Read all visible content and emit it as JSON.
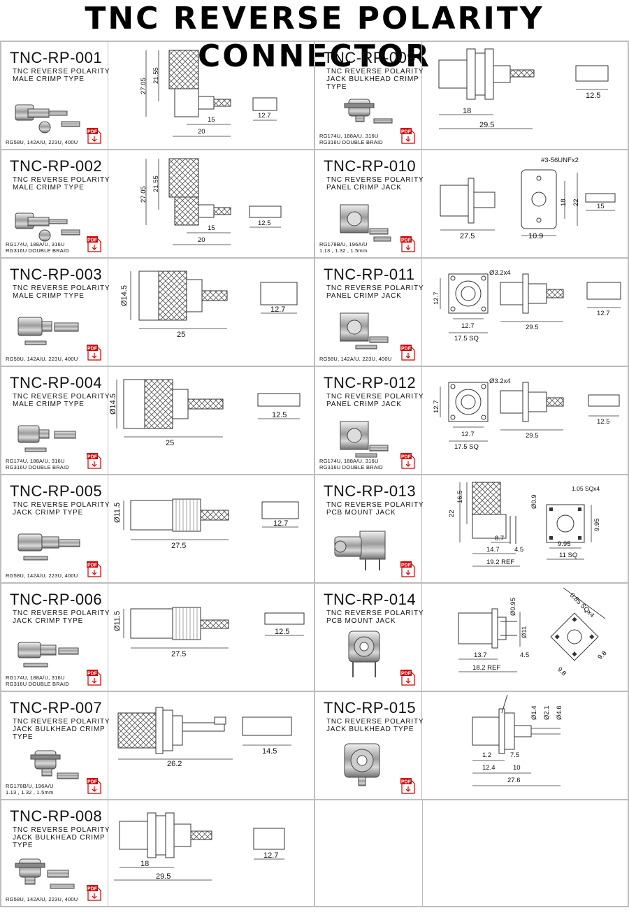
{
  "title": "TNC REVERSE POLARITY CONNECTOR",
  "pdf_label": "PDF",
  "items": [
    {
      "code": "TNC-RP-001",
      "desc": [
        "TNC REVERSE POLARITY",
        "MALE CRIMP TYPE"
      ],
      "cables": [
        "RG58U, 142A/U, 223U, 400U"
      ],
      "dims": [
        "27.05",
        "21.55",
        "15",
        "20",
        "12.7"
      ]
    },
    {
      "code": "TNC-RP-002",
      "desc": [
        "TNC REVERSE POLARITY",
        "MALE CRIMP TYPE"
      ],
      "cables": [
        "RG174U, 188A/U, 316U",
        "RG316U DOUBLE BRAID"
      ],
      "dims": [
        "27.05",
        "21.55",
        "15",
        "20",
        "12.5"
      ]
    },
    {
      "code": "TNC-RP-003",
      "desc": [
        "TNC REVERSE POLARITY",
        "MALE CRIMP TYPE"
      ],
      "cables": [
        "RG58U, 142A/U, 223U, 400U"
      ],
      "dims": [
        "Ø14.5",
        "25",
        "12.7"
      ]
    },
    {
      "code": "TNC-RP-004",
      "desc": [
        "TNC REVERSE POLARITY",
        "MALE CRIMP TYPE"
      ],
      "cables": [
        "RG174U, 188A/U, 316U",
        "RG316U DOUBLE BRAID"
      ],
      "dims": [
        "Ø14.5",
        "25",
        "12.5"
      ]
    },
    {
      "code": "TNC-RP-005",
      "desc": [
        "TNC REVERSE POLARITY",
        "JACK CRIMP TYPE"
      ],
      "cables": [
        "RG58U, 142A/U, 223U, 400U"
      ],
      "dims": [
        "Ø11.5",
        "27.5",
        "12.7"
      ]
    },
    {
      "code": "TNC-RP-006",
      "desc": [
        "TNC REVERSE POLARITY",
        "JACK CRIMP TYPE"
      ],
      "cables": [
        "RG174U, 188A/U, 316U",
        "RG316U DOUBLE BRAID"
      ],
      "dims": [
        "Ø11.5",
        "27.5",
        "12.5"
      ]
    },
    {
      "code": "TNC-RP-007",
      "desc": [
        "TNC REVERSE POLARITY",
        "JACK BULKHEAD CRIMP",
        "TYPE"
      ],
      "cables": [
        "RG178B/U, 196A/U",
        "1.13 , 1.32 , 1.5mm"
      ],
      "dims": [
        "26.2",
        "14.5"
      ]
    },
    {
      "code": "TNC-RP-008",
      "desc": [
        "TNC REVERSE POLARITY",
        "JACK BULKHEAD CRIMP",
        "TYPE"
      ],
      "cables": [
        "RG58U, 142A/U, 223U, 400U"
      ],
      "dims": [
        "18",
        "29.5",
        "12.7"
      ]
    },
    {
      "code": "TNC-RP-009",
      "desc": [
        "TNC REVERSE POLARITY",
        "JACK BULKHEAD CRIMP",
        "TYPE"
      ],
      "cables": [
        "RG174U, 188A/U, 316U",
        "RG316U DOUBLE BRAID"
      ],
      "dims": [
        "18",
        "29.5",
        "12.5"
      ]
    },
    {
      "code": "TNC-RP-010",
      "desc": [
        "TNC REVERSE POLARITY",
        "PANEL CRIMP JACK"
      ],
      "cables": [
        "RG178B/U, 196A/U",
        "1.13 , 1.32 , 1.5mm"
      ],
      "dims": [
        "#3-56UNFx2",
        "27.5",
        "10.9",
        "18",
        "22",
        "15"
      ]
    },
    {
      "code": "TNC-RP-011",
      "desc": [
        "TNC REVERSE POLARITY",
        "PANEL CRIMP JACK"
      ],
      "cables": [
        "RG58U, 142A/U, 223U, 400U"
      ],
      "dims": [
        "Ø3.2x4",
        "12.7",
        "12.7",
        "17.5 SQ",
        "29.5",
        "12.7"
      ]
    },
    {
      "code": "TNC-RP-012",
      "desc": [
        "TNC REVERSE POLARITY",
        "PANEL CRIMP JACK"
      ],
      "cables": [
        "RG174U, 188A/U, 316U",
        "RG316U DOUBLE BRAID"
      ],
      "dims": [
        "Ø3.2x4",
        "12.7",
        "12.7",
        "17.5 SQ",
        "29.5",
        "12.5"
      ]
    },
    {
      "code": "TNC-RP-013",
      "desc": [
        "TNC REVERSE POLARITY",
        "PCB MOUNT JACK"
      ],
      "cables": [],
      "dims": [
        "22",
        "16.5",
        "Ø0.9",
        "8.7",
        "14.7",
        "4.5",
        "19.2 REF",
        "1.05 SQx4",
        "9.95",
        "9.95",
        "11 SQ"
      ]
    },
    {
      "code": "TNC-RP-014",
      "desc": [
        "TNC REVERSE POLARITY",
        "PCB MOUNT JACK"
      ],
      "cables": [],
      "dims": [
        "Ø0.95",
        "Ø11",
        "13.7",
        "4.5",
        "18.2 REF",
        "0.85 SQx4",
        "9.8",
        "9.8"
      ]
    },
    {
      "code": "TNC-RP-015",
      "desc": [
        "TNC REVERSE POLARITY",
        "JACK BULKHEAD TYPE"
      ],
      "cables": [],
      "dims": [
        "Ø1.4",
        "Ø2.1",
        "Ø4.6",
        "1.2",
        "7.5",
        "12.4",
        "10",
        "27.6"
      ]
    }
  ]
}
